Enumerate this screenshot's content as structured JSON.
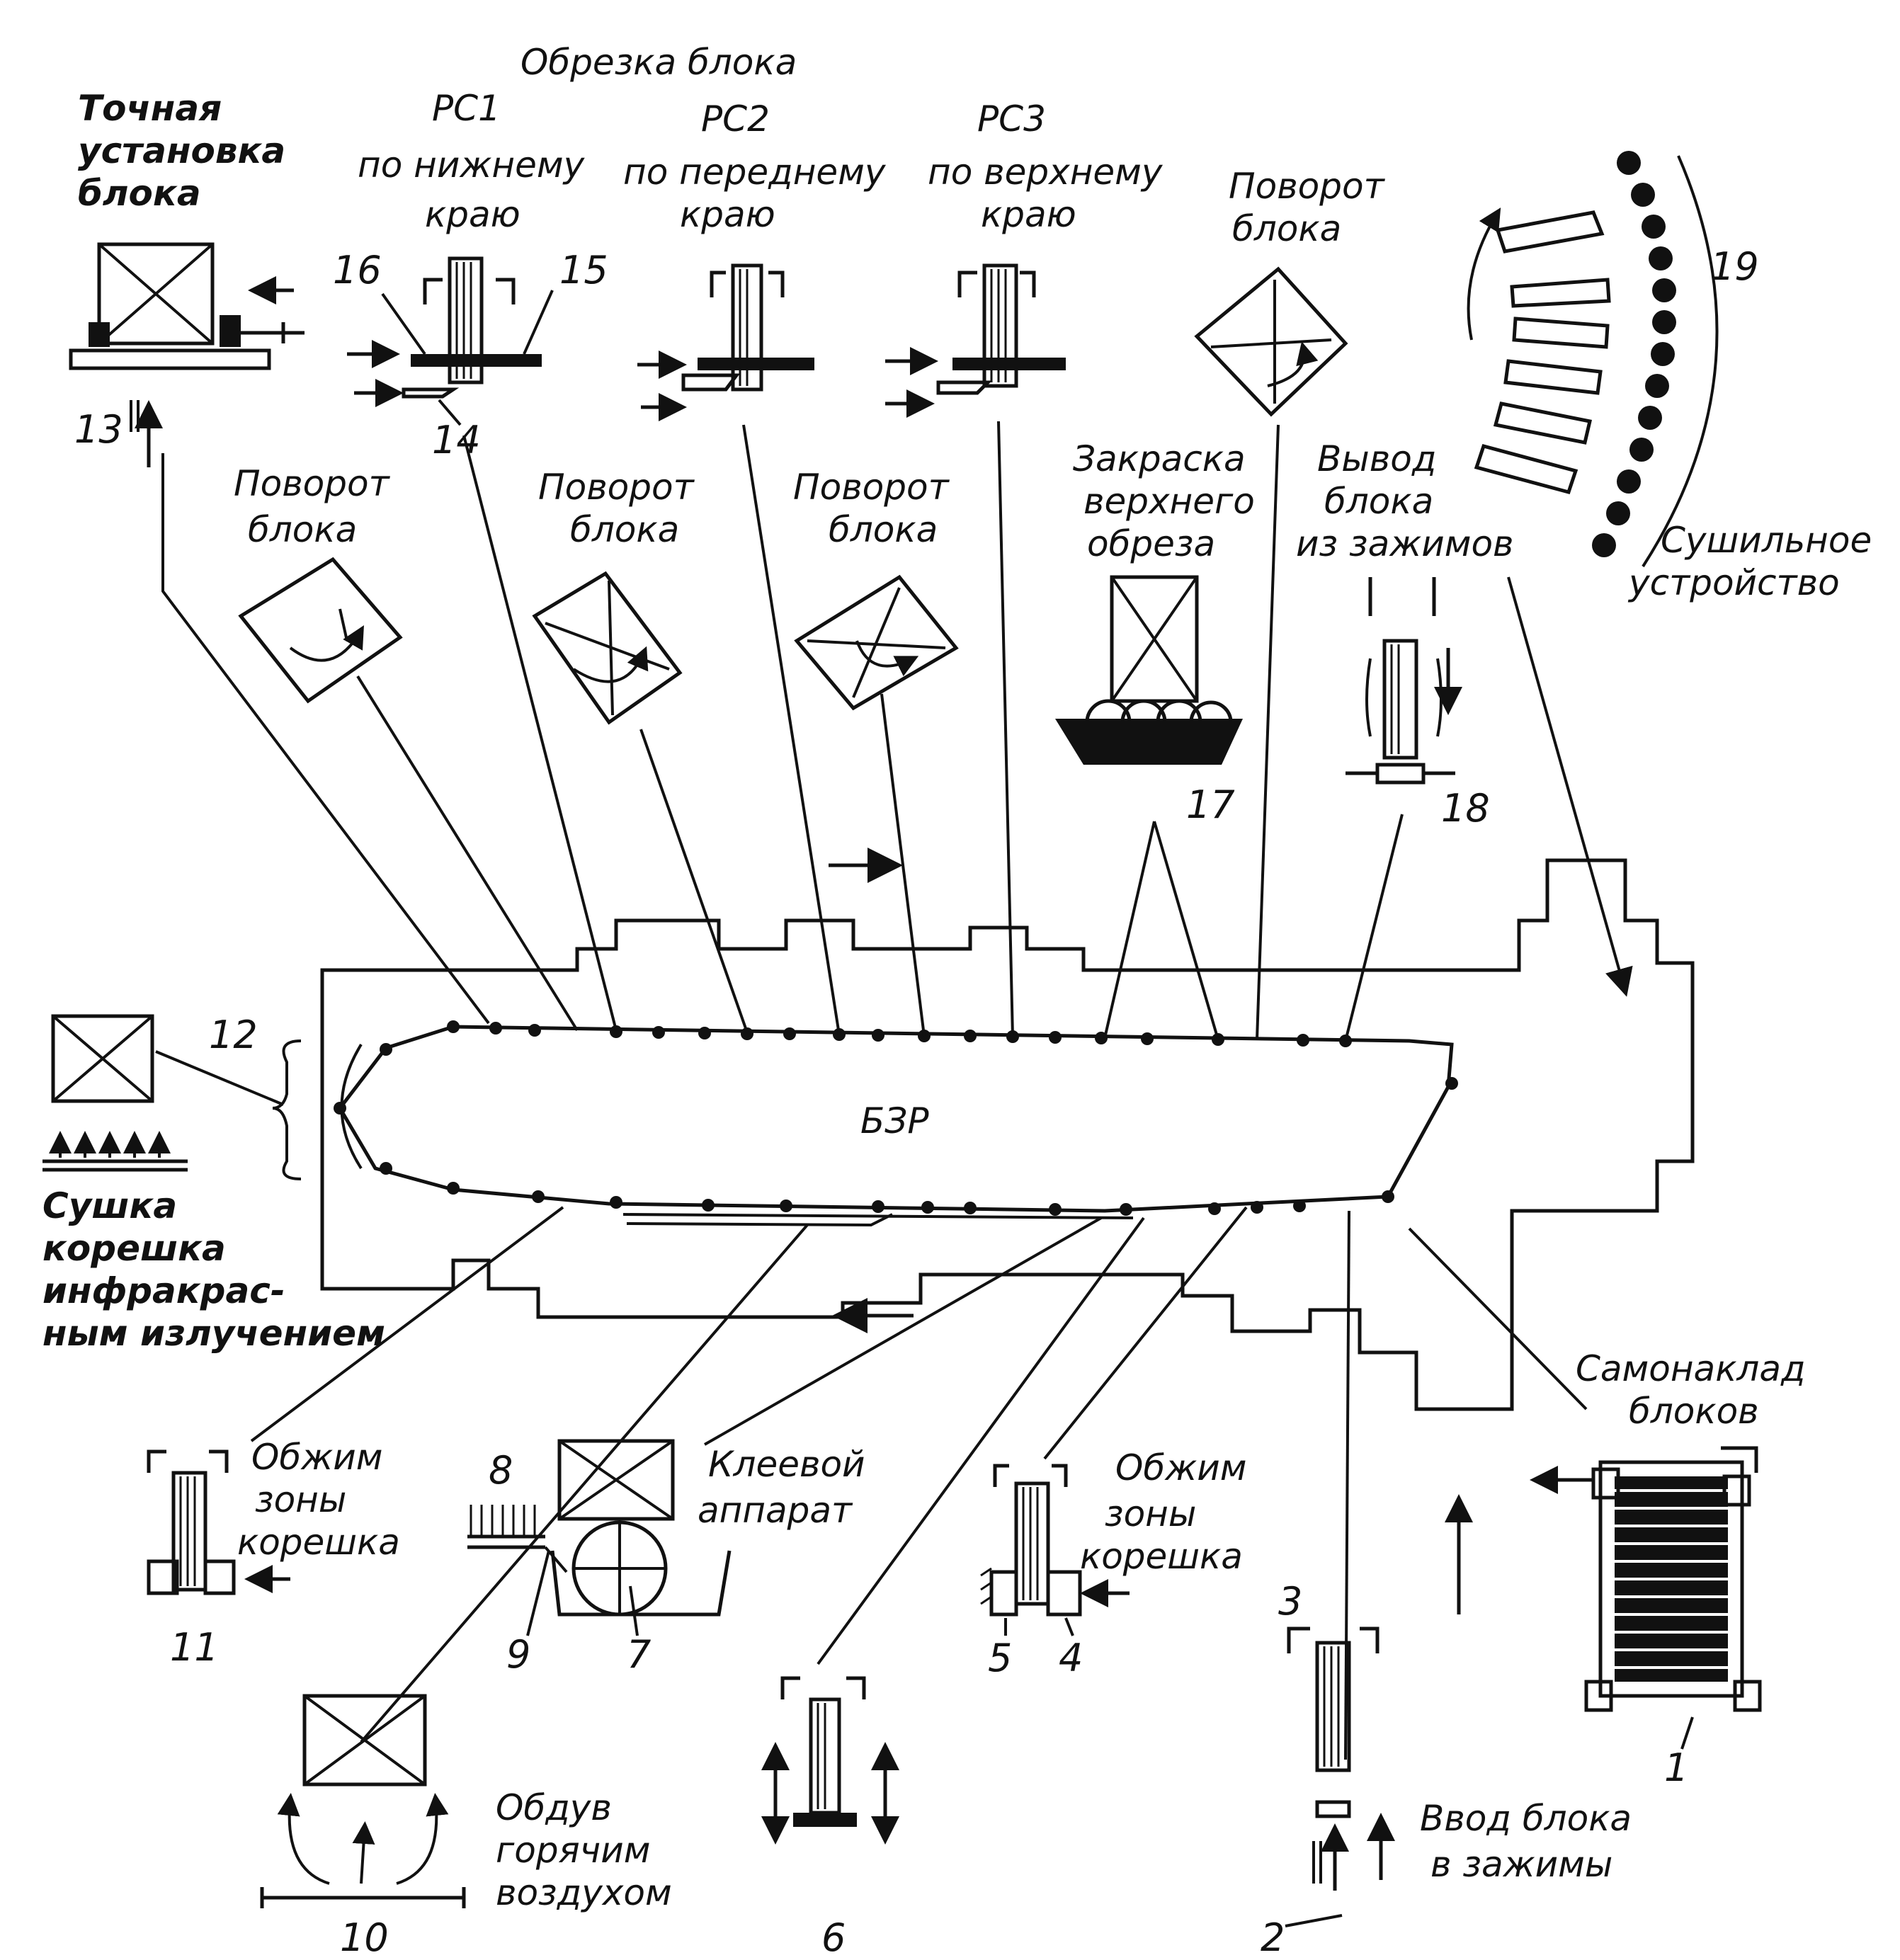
{
  "title": "Обрезка блока",
  "center_label": "БЗР",
  "trim": {
    "rs1": {
      "name": "РС1",
      "text": [
        "по нижнему",
        "краю"
      ]
    },
    "rs2": {
      "name": "РС2",
      "text": [
        "по переднему",
        "краю"
      ]
    },
    "rs3": {
      "name": "РС3",
      "text": [
        "по верхнему",
        "краю"
      ]
    }
  },
  "labels": {
    "precise": [
      "Точная",
      "установка",
      "блока"
    ],
    "rotate_top": [
      "Поворот",
      "блока"
    ],
    "rotate_a": [
      "Поворот",
      "блока"
    ],
    "rotate_b": [
      "Поворот",
      "блока"
    ],
    "rotate_c": [
      "Поворот",
      "блока"
    ],
    "paint": [
      "Закраска",
      "верхнего",
      "обреза"
    ],
    "exit": [
      "Вывод",
      "блока",
      "из зажимов"
    ],
    "dryer": [
      "Сушильное",
      "устройство"
    ],
    "spine_dry": [
      "Сушка",
      "корешка",
      "инфракрас-",
      "ным излучением"
    ],
    "press_left": [
      "Обжим",
      "зоны",
      "корешка"
    ],
    "press_right": [
      "Обжим",
      "зоны",
      "корешка"
    ],
    "glue": [
      "Клеевой",
      "аппарат"
    ],
    "hot_air": [
      "Обдув",
      "горячим",
      "воздухом"
    ],
    "feeder": [
      "Самонаклад",
      "блоков"
    ],
    "entry": [
      "Ввод блока",
      "в зажимы"
    ]
  },
  "numbers": {
    "n1": "1",
    "n2": "2",
    "n3": "3",
    "n4": "4",
    "n5": "5",
    "n6": "6",
    "n7": "7",
    "n8": "8",
    "n9": "9",
    "n10": "10",
    "n11": "11",
    "n12": "12",
    "n13": "13",
    "n14": "14",
    "n15": "15",
    "n16": "16",
    "n17": "17",
    "n18": "18",
    "n19": "19"
  }
}
